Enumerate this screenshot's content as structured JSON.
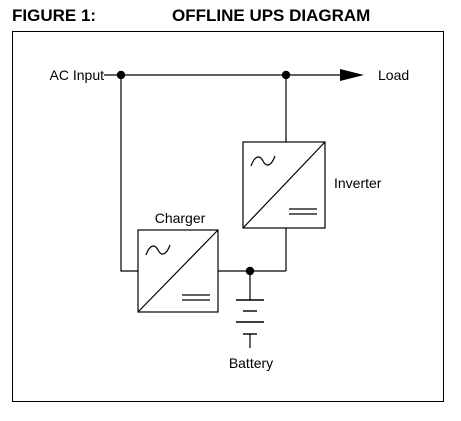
{
  "figure": {
    "number": "FIGURE 1:",
    "title": "OFFLINE UPS DIAGRAM"
  },
  "labels": {
    "ac_input": "AC Input",
    "load": "Load",
    "charger": "Charger",
    "inverter": "Inverter",
    "battery": "Battery"
  }
}
